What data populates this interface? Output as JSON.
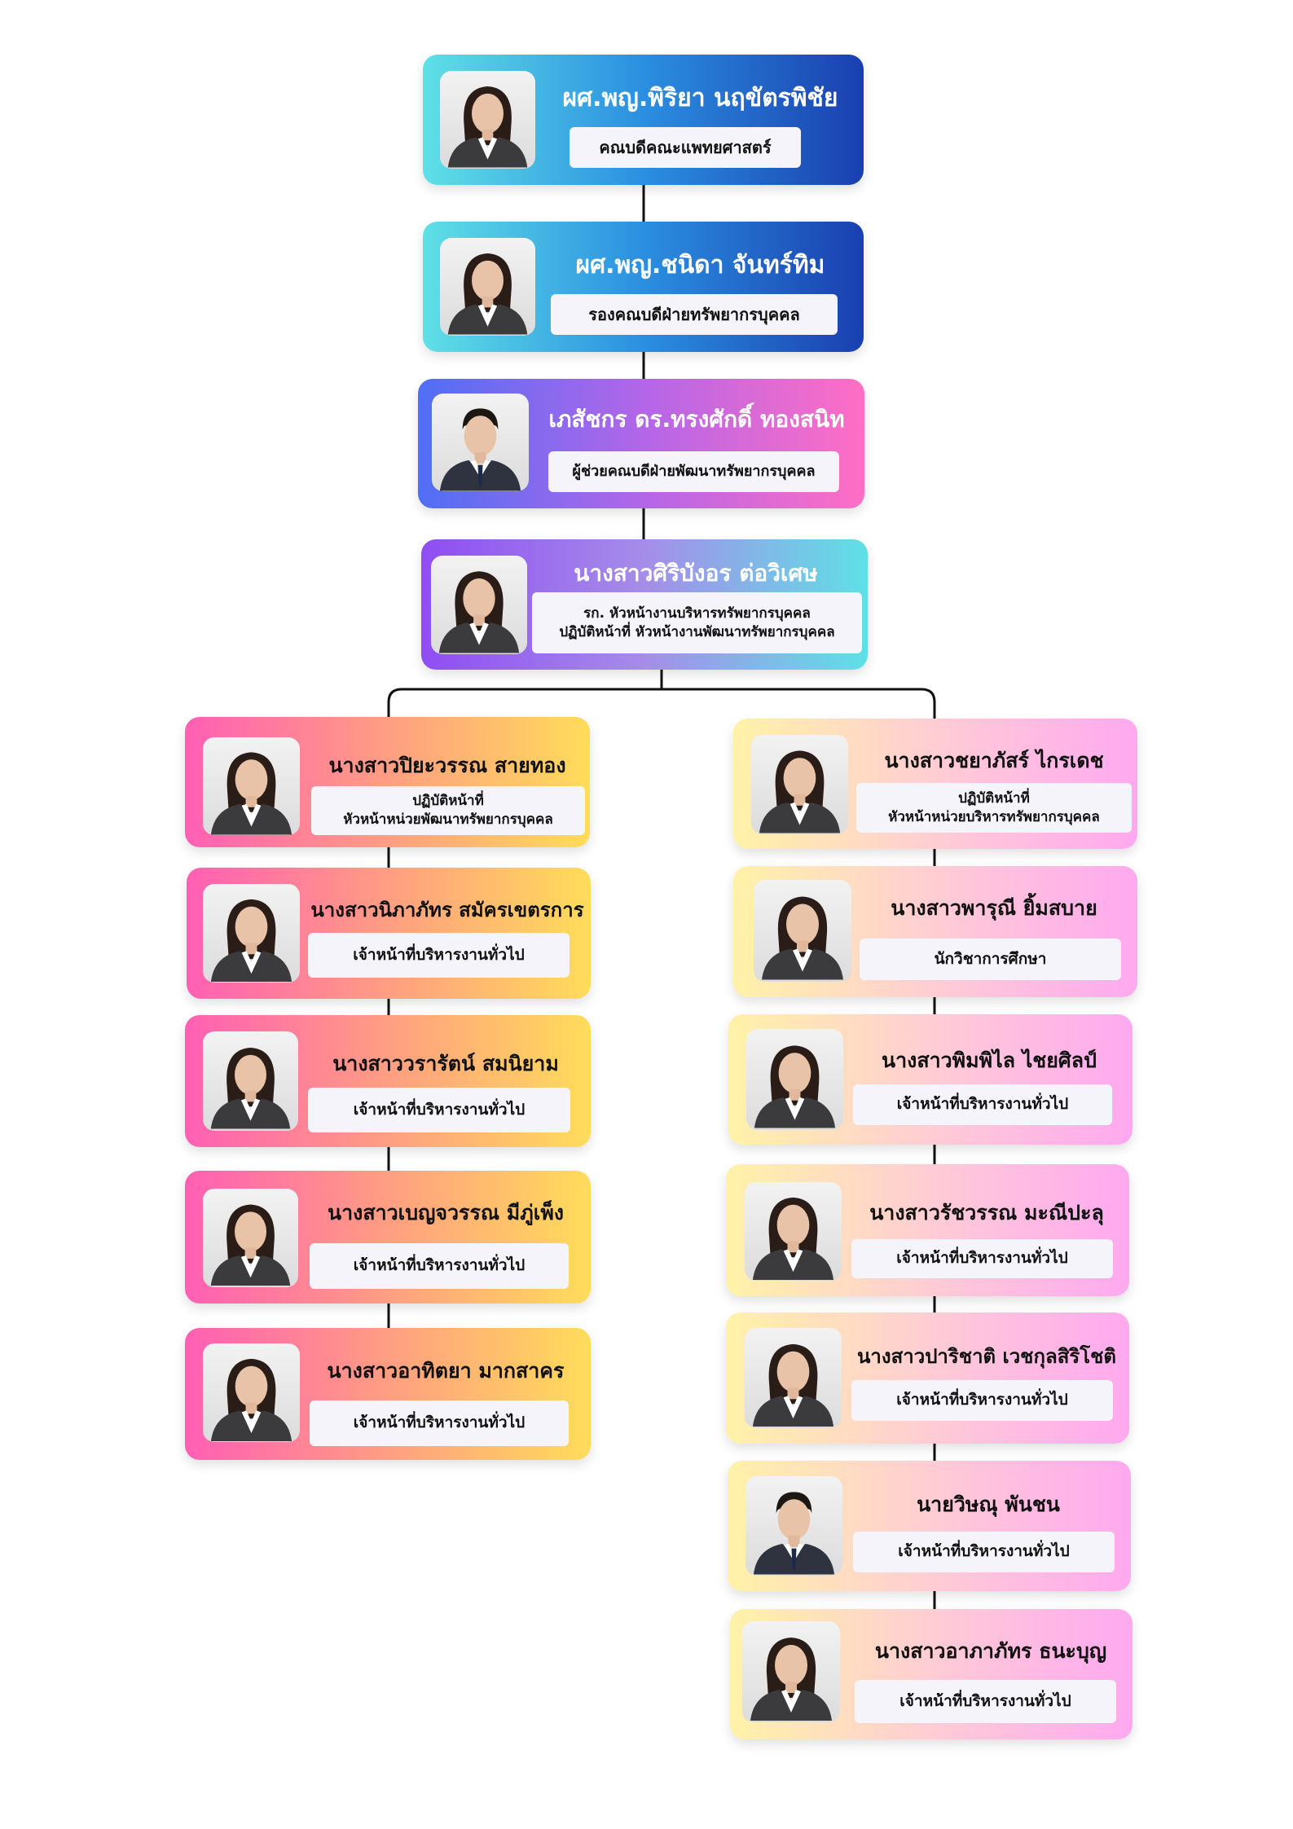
{
  "line_color": "#111111",
  "top": [
    {
      "name": "ผศ.พญ.พิริยา นฤขัตรพิชัย",
      "lines": [
        "คณบดีคณะแพทยศาสตร์"
      ],
      "icon": "female-portrait-photo"
    },
    {
      "name": "ผศ.พญ.ชนิดา จันทร์ทิม",
      "lines": [
        "รองคณบดีฝ่ายทรัพยากรบุคคล"
      ],
      "icon": "female-portrait-photo"
    },
    {
      "name": "เภสัชกร ดร.ทรงศักดิ์ ทองสนิท",
      "lines": [
        "ผู้ช่วยคณบดีฝ่ายพัฒนาทรัพยากรบุคคล"
      ],
      "icon": "male-portrait-photo"
    },
    {
      "name": "นางสาวศิริบังอร  ต่อวิเศษ",
      "lines": [
        "รก. หัวหน้างานบริหารทรัพยากรบุคคล",
        "ปฏิบัติหน้าที่ หัวหน้างานพัฒนาทรัพยากรบุคคล"
      ],
      "icon": "female-portrait-photo"
    }
  ],
  "left": [
    {
      "name": "นางสาวปิยะวรรณ  สายทอง",
      "lines": [
        "ปฏิบัติหน้าที่",
        "หัวหน้าหน่วยพัฒนาทรัพยากรบุคคล"
      ],
      "icon": "female-portrait-photo"
    },
    {
      "name": "นางสาวนิภาภัทร สมัครเขตรการ",
      "lines": [
        "เจ้าหน้าที่บริหารงานทั่วไป"
      ],
      "icon": "female-portrait-photo"
    },
    {
      "name": "นางสาววรารัตน์ สมนิยาม",
      "lines": [
        "เจ้าหน้าที่บริหารงานทั่วไป"
      ],
      "icon": "female-portrait-photo"
    },
    {
      "name": "นางสาวเบญจวรรณ มีภู่เพ็ง",
      "lines": [
        "เจ้าหน้าที่บริหารงานทั่วไป"
      ],
      "icon": "female-portrait-photo"
    },
    {
      "name": "นางสาวอาทิตยา มากสาคร",
      "lines": [
        "เจ้าหน้าที่บริหารงานทั่วไป"
      ],
      "icon": "female-portrait-photo"
    }
  ],
  "right": [
    {
      "name": "นางสาวชยาภัสร์  ไกรเดช",
      "lines": [
        "ปฏิบัติหน้าที่",
        "หัวหน้าหน่วยบริหารทรัพยากรบุคคล"
      ],
      "icon": "female-portrait-photo"
    },
    {
      "name": "นางสาวพารุณี  ยิ้มสบาย",
      "lines": [
        "นักวิชาการศึกษา"
      ],
      "icon": "female-portrait-photo"
    },
    {
      "name": "นางสาวพิมพิไล  ไชยศิลป์",
      "lines": [
        "เจ้าหน้าที่บริหารงานทั่วไป"
      ],
      "icon": "female-portrait-photo"
    },
    {
      "name": "นางสาวรัชวรรณ มะณีปะลุ",
      "lines": [
        "เจ้าหน้าที่บริหารงานทั่วไป"
      ],
      "icon": "female-portrait-photo"
    },
    {
      "name": "นางสาวปาริชาติ เวชกุลสิริโชติ",
      "lines": [
        "เจ้าหน้าที่บริหารงานทั่วไป"
      ],
      "icon": "female-portrait-photo"
    },
    {
      "name": "นายวิษณุ  พันชน",
      "lines": [
        "เจ้าหน้าที่บริหารงานทั่วไป"
      ],
      "icon": "male-portrait-photo"
    },
    {
      "name": "นางสาวอาภาภัทร  ธนะบุญ",
      "lines": [
        "เจ้าหน้าที่บริหารงานทั่วไป"
      ],
      "icon": "female-portrait-photo"
    }
  ]
}
